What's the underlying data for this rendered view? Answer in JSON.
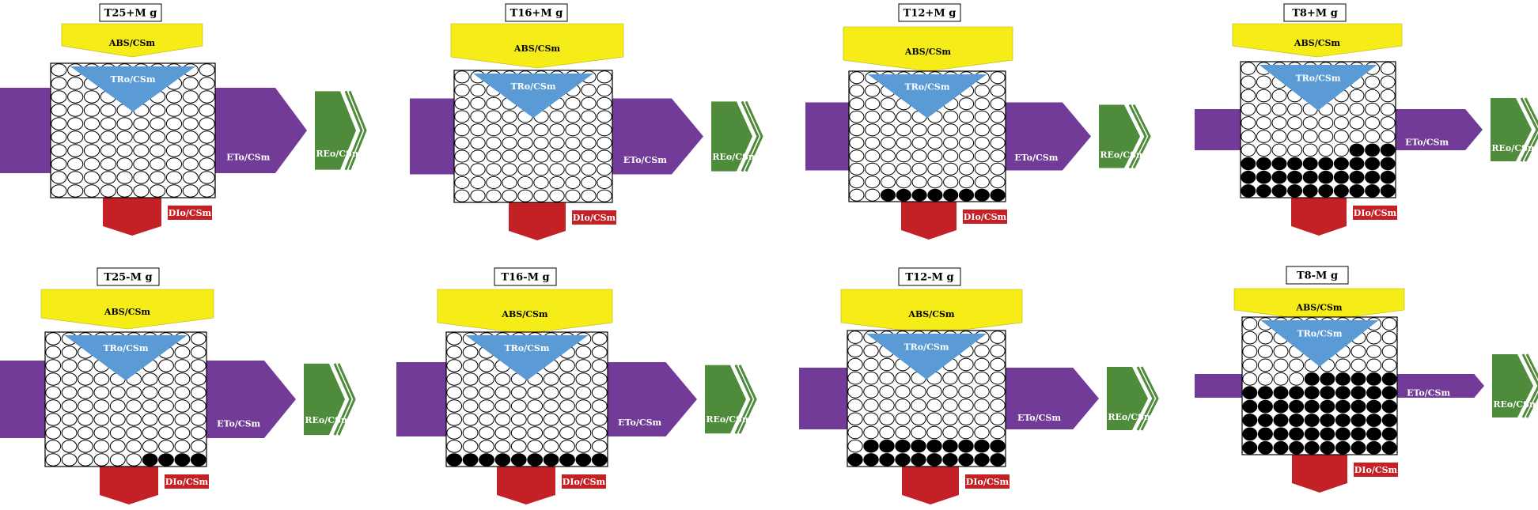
{
  "labels": {
    "abs": "ABS/CSm",
    "tro": "TRo/CSm",
    "eto": "ETo/CSm",
    "reo": "REo/CSm",
    "dio": "DIo/CSm"
  },
  "colors": {
    "abs": "#f6ec17",
    "tro": "#5b9bd5",
    "eto": "#713b97",
    "reo": "#4e8b3a",
    "dio": "#c42127",
    "rc_active": "#ffffff",
    "rc_inactive": "#000000"
  },
  "panels": [
    {
      "title": "T25+M g",
      "grid_rows": 10,
      "grid_cols": 10,
      "inactive_fraction": 0.0,
      "inactive_cells": 0
    },
    {
      "title": "T16+M g",
      "grid_rows": 10,
      "grid_cols": 10,
      "inactive_fraction": 0.0,
      "inactive_cells": 0
    },
    {
      "title": "T12+M g",
      "grid_rows": 10,
      "grid_cols": 10,
      "inactive_fraction": 0.08,
      "inactive_cells": 8
    },
    {
      "title": "T8+M g",
      "grid_rows": 10,
      "grid_cols": 10,
      "inactive_fraction": 0.33,
      "inactive_cells": 33
    },
    {
      "title": "T25-M g",
      "grid_rows": 10,
      "grid_cols": 10,
      "inactive_fraction": 0.04,
      "inactive_cells": 4
    },
    {
      "title": "T16-M g",
      "grid_rows": 10,
      "grid_cols": 10,
      "inactive_fraction": 0.1,
      "inactive_cells": 10
    },
    {
      "title": "T12-M g",
      "grid_rows": 10,
      "grid_cols": 10,
      "inactive_fraction": 0.19,
      "inactive_cells": 19
    },
    {
      "title": "T8-M g",
      "grid_rows": 10,
      "grid_cols": 10,
      "inactive_fraction": 0.56,
      "inactive_cells": 56
    }
  ]
}
